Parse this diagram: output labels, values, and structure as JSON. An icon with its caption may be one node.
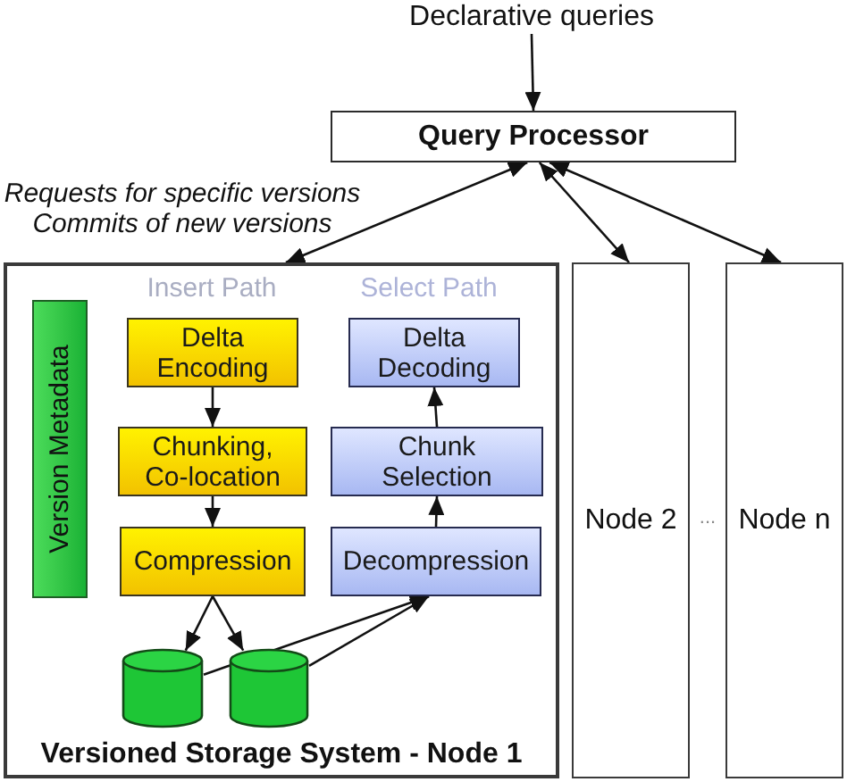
{
  "diagram": {
    "nodes": [
      {
        "text": [
          "Declarative queries"
        ]
      },
      {
        "text": [
          "Query Processor"
        ]
      },
      {
        "text": [
          "Versioned Storage System - Node 1"
        ]
      },
      {
        "text": [
          "Version Metadata"
        ],
        "in": 2
      },
      {
        "text": [
          "Delta Encoding"
        ],
        "in": 2
      },
      {
        "text": [
          "Chunking, Co-location"
        ],
        "in": 2
      },
      {
        "text": [
          "Compression"
        ],
        "in": 2
      },
      {
        "text": [
          "Delta Decoding"
        ],
        "in": 2
      },
      {
        "text": [
          "Chunk Selection"
        ],
        "in": 2
      },
      {
        "text": [
          "Decompression"
        ],
        "in": 2
      },
      {
        "text": [],
        "shape": "cylinder",
        "in": 2
      },
      {
        "text": [],
        "shape": "cylinder",
        "in": 2
      },
      {
        "text": [
          "Node 2"
        ]
      },
      {
        "text": [
          "Node n"
        ]
      }
    ],
    "edges": [
      {
        "from": 0,
        "to": 1,
        "arrow": "to"
      },
      {
        "from": 1,
        "to": 2,
        "arrow": "both",
        "label": "Requests for specific versions Commits of new versions"
      },
      {
        "from": 1,
        "to": 12,
        "arrow": "both"
      },
      {
        "from": 1,
        "to": 13,
        "arrow": "both"
      },
      {
        "from": 4,
        "to": 5,
        "arrow": "to"
      },
      {
        "from": 5,
        "to": 6,
        "arrow": "to"
      },
      {
        "from": 6,
        "to": 10,
        "arrow": "to"
      },
      {
        "from": 6,
        "to": 11,
        "arrow": "to"
      },
      {
        "from": 10,
        "to": 9,
        "arrow": "to"
      },
      {
        "from": 11,
        "to": 9,
        "arrow": "to"
      },
      {
        "from": 9,
        "to": 8,
        "arrow": "to"
      },
      {
        "from": 8,
        "to": 7,
        "arrow": "to"
      }
    ],
    "labels": [
      "Insert Path",
      "Select Path",
      "..."
    ]
  }
}
